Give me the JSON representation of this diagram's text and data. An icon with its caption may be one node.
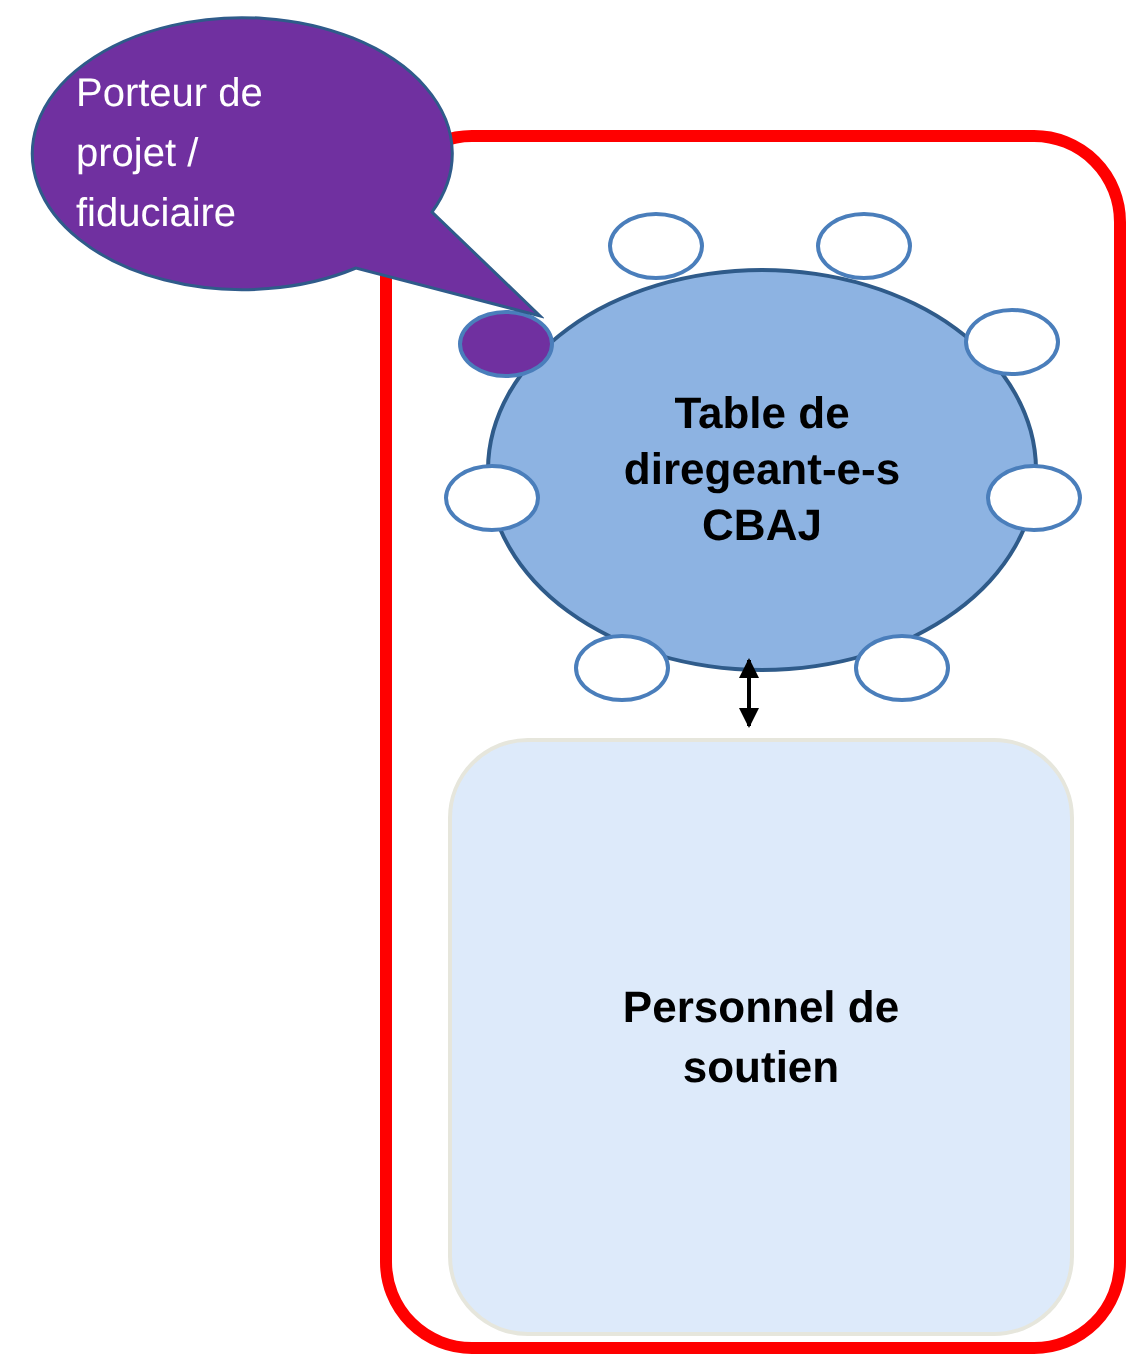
{
  "diagram": {
    "nodes": [
      {
        "text": [],
        "shape": "box"
      },
      {
        "text": [
          "Porteur de projet / fiduciaire"
        ]
      },
      {
        "text": [
          "Table de diregeant-e-s CBAJ"
        ],
        "in": 0
      },
      {
        "text": [],
        "shape": "circle",
        "in": 0
      },
      {
        "text": [],
        "shape": "circle",
        "in": 0
      },
      {
        "text": [],
        "shape": "circle",
        "in": 0
      },
      {
        "text": [],
        "shape": "circle",
        "in": 0
      },
      {
        "text": [],
        "shape": "circle",
        "in": 0
      },
      {
        "text": [],
        "shape": "circle",
        "in": 0
      },
      {
        "text": [],
        "shape": "circle",
        "in": 0
      },
      {
        "text": [],
        "shape": "circle",
        "in": 0
      },
      {
        "text": [
          "Personnel de soutien"
        ],
        "in": 0
      }
    ],
    "edges": [
      {
        "from": 2,
        "to": 11,
        "arrow": "both"
      }
    ]
  }
}
